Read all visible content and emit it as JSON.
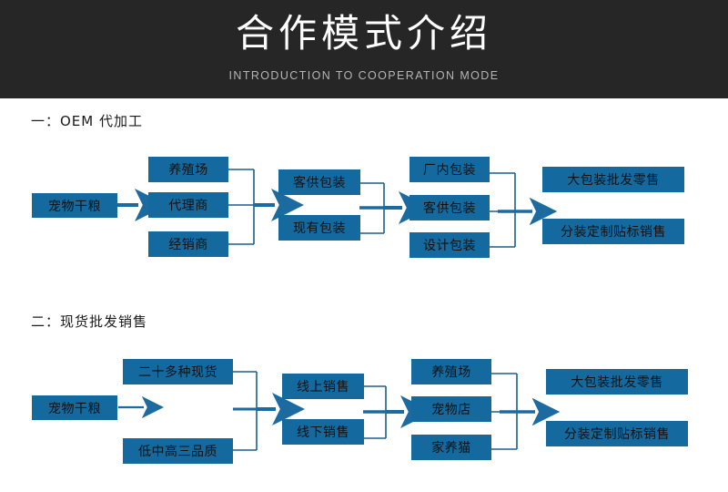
{
  "header": {
    "title": "合作模式介绍",
    "subtitle": "INTRODUCTION TO COOPERATION MODE",
    "background_color": "#262626",
    "title_color": "#ffffff",
    "subtitle_color": "#b5b5b5"
  },
  "theme": {
    "box_fill": "#14699f",
    "box_text": "#111111",
    "connector_line": "#1c5f8e",
    "page_background": "#ffffff"
  },
  "sections": [
    {
      "heading": "一：OEM 代加工",
      "columns": [
        {
          "name": "source",
          "boxes": [
            "宠物干粮"
          ]
        },
        {
          "name": "channel",
          "boxes": [
            "养殖场",
            "代理商",
            "经销商"
          ]
        },
        {
          "name": "packaging-source",
          "boxes": [
            "客供包装",
            "现有包装"
          ]
        },
        {
          "name": "packaging-type",
          "boxes": [
            "厂内包装",
            "客供包装",
            "设计包装"
          ]
        },
        {
          "name": "sales-mode",
          "boxes": [
            "大包装批发零售",
            "分装定制贴标销售"
          ]
        }
      ]
    },
    {
      "heading": "二：现货批发销售",
      "columns": [
        {
          "name": "source",
          "boxes": [
            "宠物干粮"
          ]
        },
        {
          "name": "stock",
          "boxes": [
            "二十多种现货",
            "低中高三品质"
          ]
        },
        {
          "name": "sales-channel",
          "boxes": [
            "线上销售",
            "线下销售"
          ]
        },
        {
          "name": "customer",
          "boxes": [
            "养殖场",
            "宠物店",
            "家养猫"
          ]
        },
        {
          "name": "sales-mode",
          "boxes": [
            "大包装批发零售",
            "分装定制贴标销售"
          ]
        }
      ]
    }
  ]
}
